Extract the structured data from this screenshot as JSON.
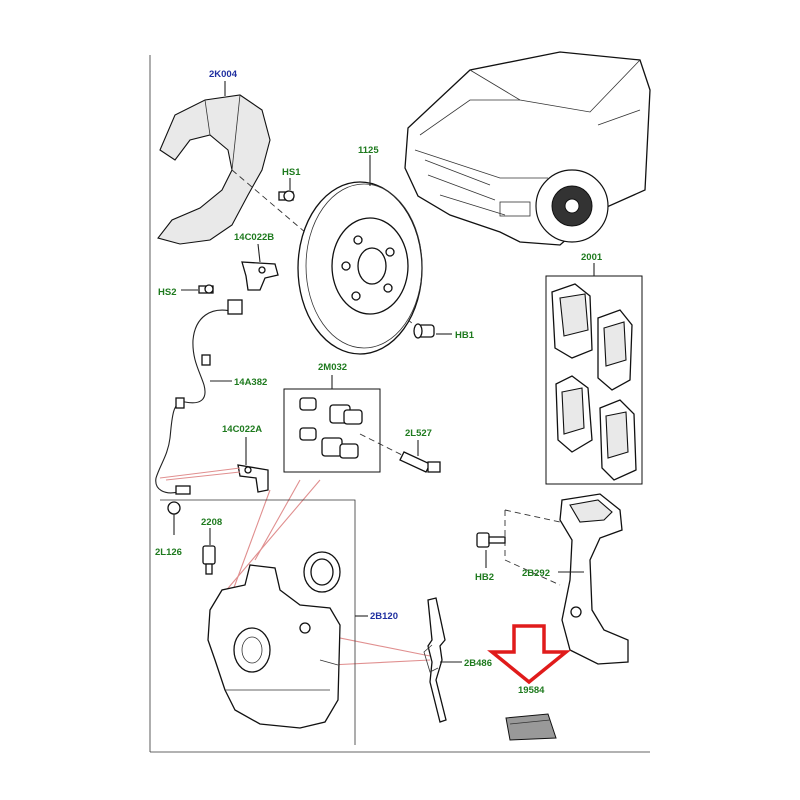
{
  "diagram": {
    "callouts": {
      "k2004": "2K004",
      "hs1": "HS1",
      "p1125": "1125",
      "c14c022b": "14C022B",
      "hs2": "HS2",
      "hb1": "HB1",
      "m2032": "2M032",
      "a14382": "14A382",
      "c14c022a": "14C022A",
      "l2527": "2L527",
      "p2001": "2001",
      "p2208": "2208",
      "l2126": "2L126",
      "b2120": "2B120",
      "hb2": "HB2",
      "b2292": "2B292",
      "b2486": "2B486",
      "p19584": "19584"
    },
    "colors": {
      "label_blue": "#1f2fa0",
      "label_green": "#1e7a1e",
      "arrow_red": "#e01b1b",
      "leader_pink": "#e08f8f"
    }
  }
}
